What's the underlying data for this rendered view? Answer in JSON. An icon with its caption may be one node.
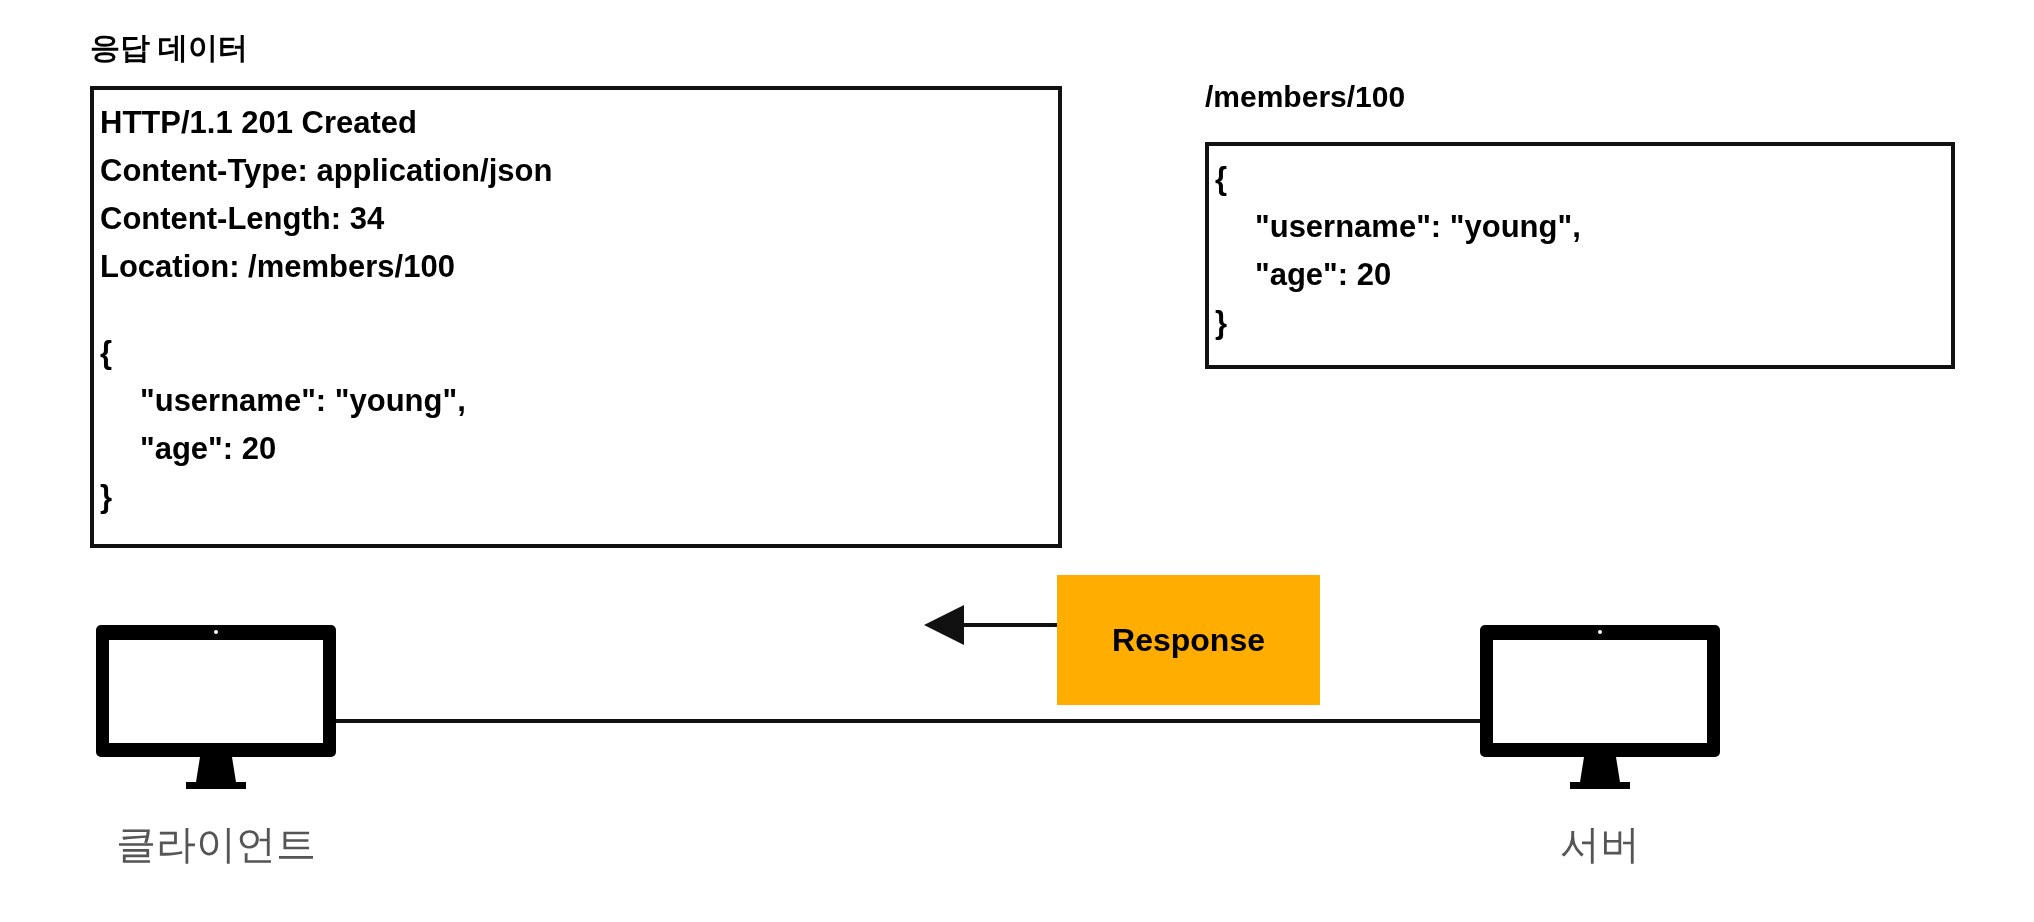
{
  "diagram": {
    "nodes": [
      {
        "text": [
          "응답 데이터",
          "HTTP/1.1 201 Created",
          "Content-Type: application/json",
          "Content-Length: 34",
          "Location: **/members/100**",
          "{",
          "\"username\": \"young\",",
          "\"age\": 20",
          "}"
        ]
      },
      {
        "text": [
          "/members/100",
          "{",
          "\"username\": \"young\",",
          "\"age\": 20",
          "}"
        ]
      },
      {
        "text": [
          "Response"
        ]
      },
      {
        "text": [],
        "shape": "picture",
        "beside": [
          "클라이언트"
        ]
      },
      {
        "text": [],
        "shape": "picture",
        "beside": [
          "서버"
        ]
      }
    ],
    "edges": [
      {
        "from": 3,
        "to": 4,
        "arrow": "none"
      },
      {
        "from": 2,
        "to": null,
        "arrow": "to"
      }
    ]
  }
}
